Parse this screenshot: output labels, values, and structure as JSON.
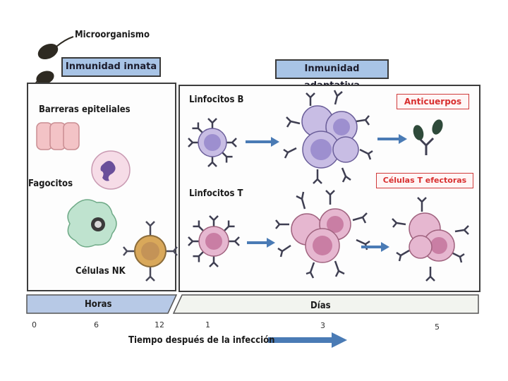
{
  "microorganism_label": "Microorganismo",
  "innate": {
    "header": "Inmunidad innata",
    "barriers_label": "Barreras epiteliales",
    "phagocytes_label": "Fagocitos",
    "nk_label": "Células NK"
  },
  "adaptive": {
    "header": "Inmunidad adaptativa",
    "b_label": "Linfocitos B",
    "t_label": "Linfocitos T",
    "antibodies_label": "Anticuerpos",
    "effector_label": "Células T efectoras"
  },
  "timeline": {
    "hours_label": "Horas",
    "days_label": "Días",
    "hour_ticks": [
      "0",
      "6",
      "12"
    ],
    "day_ticks": [
      "1",
      "3",
      "5"
    ],
    "caption": "Tiempo después de la infección"
  }
}
